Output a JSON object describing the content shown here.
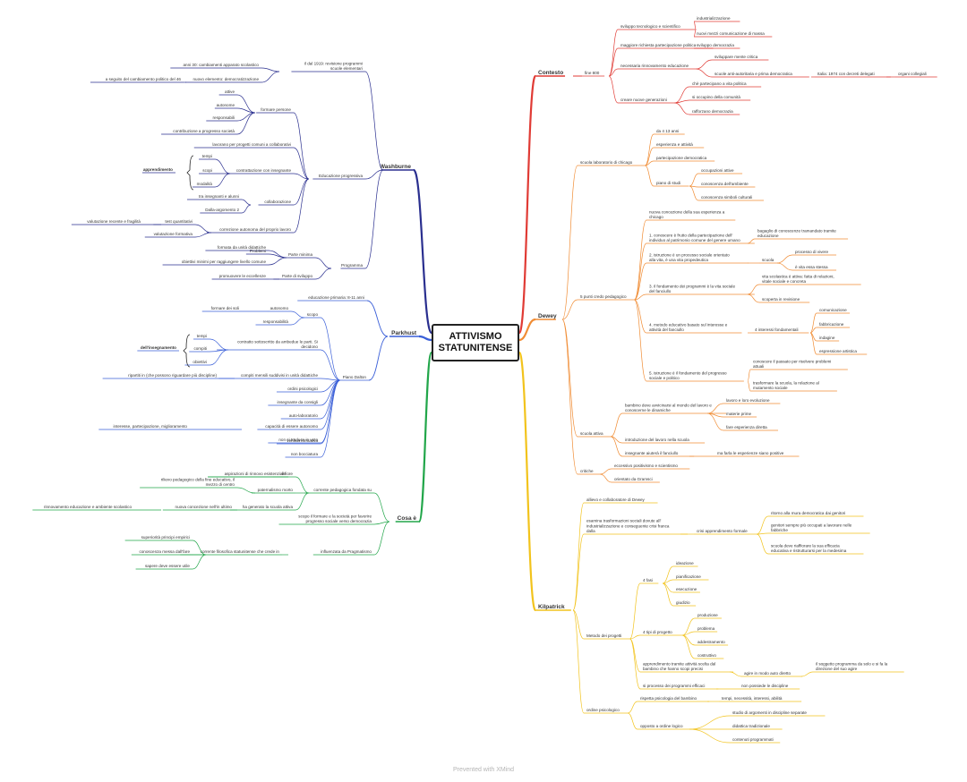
{
  "center": {
    "line1": "ATTIVISMO",
    "line2": "STATUNITENSE"
  },
  "footer": "Prevented with XMind",
  "colors": {
    "contesto": "#e03b35",
    "dewey": "#f08c34",
    "kilpatrick": "#f2c31c",
    "cosa": "#22a64a",
    "parkhust": "#3a5fd8",
    "washburne": "#2a2f8f"
  },
  "branches": {
    "contesto": {
      "label": "Contesto",
      "fine": "fine 800",
      "sviluppo": "sviluppo tecnologico e scientifico",
      "industrializzazione": "industrializzazione",
      "nuovi_mezzi": "nuovi mezzi comunicazione di massa",
      "maggiore": "maggiore richiesta partecipazione politica",
      "sviluppo_dem": "sviluppo democrazia",
      "necessita": "necessaria rinnovamento educazione",
      "sviluppa": "sviluppare mente critica",
      "scuole": "scuole anti-autoritaria e prima democratica",
      "italia": "Italia: 1974 con decreti delegati",
      "organi": "organi collegiali",
      "creare": "creare nuove generazioni",
      "chi": "chè partecipano a vita politica",
      "si_occupino": "si occupino della comunità",
      "rafforzano": "rafforzano democrazia"
    },
    "dewey": {
      "label": "Dewey",
      "scuola_lab": "scuola laboratorio di chicago",
      "da4": "da 4 13 anni",
      "esperienza": "esperienza e attività",
      "partecipazione": "partecipazione democratica",
      "piano": "piano di studi",
      "occupazioni": "occupazioni attive",
      "conoscenza_amb": "conoscenza dell'ambiente",
      "conoscenza_simb": "conoscenza simboli culturali",
      "punti": "5 punti credo pedagogico",
      "nuova": "nuova concezione della sua esperienza a chicago",
      "p1": "1. conoscere è frutto della partecipazione dell' individuo al patrimonio comune del genere umano",
      "bagaglio": "bagaglio di conoscenze tramandato tramite educazione",
      "p2": "2. istruzione è un processo sociale orientato alla vita, è una vita propedeutica",
      "scuola_p": "scuola",
      "processo": "processo di vivere",
      "vita_stessa": "è vita essa stessa",
      "p3": "3. il fondamento dei programmi è la vita sociale del fanciullo",
      "vita_scol": "vita scolastica è attiva: fatta di relazioni, vitale sociale e concreta",
      "scoperta": "scoperta in revisione",
      "p4": "4. metodo educativo basato sul interesse e attività del fanciullo",
      "interessi": "4 interessi fondamentali",
      "comunicazione": "comunicazione",
      "fabbricazione": "fabbricazione",
      "indagine": "indagine",
      "espressione": "espressione artistica",
      "p5": "5. istruzione è il fondamento del progresso sociale e politico",
      "conoscere": "conoscere il passato per risolvere problemi attuali",
      "trasformare": "trasformare la scuola, la relazione al mutamento sociale",
      "scuola_attiva": "scuola attiva",
      "bambino": "bambino deve avvicinarsi al mondo del lavoro e conoscerne le dinamiche",
      "lavoro": "lavoro e loro evoluzione",
      "materie": "materie prime",
      "fare": "fare esperienza diretta",
      "introduzione": "introduzione del lavoro nella scuola",
      "insegnante": "insegnante aiuterà il fanciullo",
      "ma_farla": "ma farla le esperienze siano positive",
      "critiche": "critiche",
      "eccessivo": "eccessivo positivismo e scientismo",
      "orientato": "orientato da Gramsci"
    },
    "kilpatrick": {
      "label": "Kilpatrick",
      "allievo": "allievo e collaboratore di Dewey",
      "esamina": "esamina trasformazioni sociali dovute all' industrializzazione e conseguente crisi franca dalla",
      "crisi": "crisi apprendimento formale",
      "ritorno": "ritorno alla mura democratica dai genitori",
      "genitori": "genitori sempre più occupati a lavorare nelle fabbriche",
      "scuola_deve": "scuola deve riaffiorare la sua efficacia educativa e ristrutturarsi per la medesima",
      "metodo": "Metodo dei progetti",
      "fasi": "4 fasi",
      "ideazione": "ideazione",
      "pianificazione": "pianificazione",
      "esecuzione": "esecuzione",
      "giudizio": "giudizio",
      "tipi": "4 tipi di progetto",
      "produzione": "produzione",
      "problema": "problema",
      "addestramento": "addestramento",
      "costruttivo": "costruttivo",
      "apprendimento": "apprendimento tramite attività scelta dal bambino che hanno scopi precisi",
      "agire": "agire in modo auto diretto",
      "soggetto": "il soggetto programma da solo e si fa la direzione del suo agire",
      "processo_prog": "si processo dei programmi efficaci",
      "non_possiede": "non possiede le discipline",
      "ordine": "ordine psicologico",
      "rispetta": "rispetta psicologia del bambino",
      "temp": "tempi, necessità, interessi, abilità",
      "opposto": "opposto a ordine logico",
      "studio": "studio di argomenti in discipline separate",
      "didattica": "didattica tradizionale",
      "contenuti": "contenuti programmati"
    },
    "cosa": {
      "label": "Cosa è",
      "corrente_ped": "corrente pedagogica fondata su",
      "fiore": "il fiore",
      "aspirazioni": "aspirazioni di rinnovo esistenziale",
      "rilievo": "rilievo pedagogico della fine educativo, il mezzo di centro",
      "paternalismo": "paternalismo morto",
      "rinnovamento": "rinnovamento educazione e ambiente scolastico",
      "nuova": "nuova concezione nell'in ultimo",
      "ha_generato": "ha generato la scuola attiva",
      "scopo": "scopo il formare e la società per favorire progresso sociale verso democrazia",
      "corrente_fil": "corrente filosofica statunitense che crede in",
      "influenzata": "influenzata da Pragmatismo",
      "superiorita": "superiorità principi empirici",
      "conoscenza": "conoscenza messa dall'fare",
      "sapere": "sapere deve essere utile"
    },
    "parkhust": {
      "label": "Parkhust",
      "educazione": "educazione primaria: 8-11 anni",
      "piano_dalton": "Piano Dalton",
      "scopo": "scopo",
      "fornire": "formare dei soli",
      "autonomo": "autonomo",
      "responsabile": "responsabilità",
      "contratto": "contratto sottoscritto da ambedue le parti. Si decidono",
      "tempi": "tempi",
      "compiti": "compiti",
      "obiettivi": "obiettivi",
      "dellinsegnamento": "dell'insegnamento",
      "compiti_mensili": "compiti mensili suddivisi in unità didattiche",
      "ripartiti": "ripartiti in (che possono riguardare più discipline)",
      "ordini": "ordini psicologici",
      "insegnante": "insegnante da consigli",
      "auto": "auto-laboratorio",
      "capacita": "capacità di essere autonomo",
      "interesse": "interesse, partecipazione, miglioramento",
      "verifica": "verifica formativa",
      "non_si_traduce": "non si traduce in voto",
      "non_bocciatura": "non bocciatura"
    },
    "washburne": {
      "label": "Washburne",
      "dal1919": "il dal 1919: revisione programmi scuole elementari",
      "anni30": "anni 30: cambiamenti apparato scolastico",
      "nuovo_elemento": "nuovo elemento: democratizzazione",
      "a_seguito": "a seguito del cambiamento politico del 46",
      "educazione_prog": "Educazione progressiva",
      "formare": "formare persone",
      "attive": "attive",
      "autonome": "autonome",
      "responsabili": "responsabili",
      "contribuzione": "contribuzione a progresso società",
      "lavorano": "lavorano per progetti comuni a collaborativi",
      "contrattazione": "contrattazione con insegnante",
      "tempi": "tempi",
      "scopi": "scopi",
      "modalita": "modalità",
      "apprendimento": "apprendimento",
      "collaborazione": "collaborazione",
      "tra": "tra insegnanti e alunni",
      "dallo": "Dalla-argomento 2",
      "correzione": "correzione autonoma del proprio lavoro",
      "test": "test quantitativi",
      "valutazione": "valutazione recente e fragilità",
      "valutazione_form": "valutazione formativa",
      "programma": "Programma",
      "parte_minima": "Parte minima",
      "formata": "formata da unità didattiche",
      "problemi": "Problemi",
      "obiettivi": "obiettivi minimi per raggiungere livello comune",
      "parte_sviluppo": "Parte di sviluppo",
      "promuovere": "promuovere le eccellenze"
    }
  }
}
